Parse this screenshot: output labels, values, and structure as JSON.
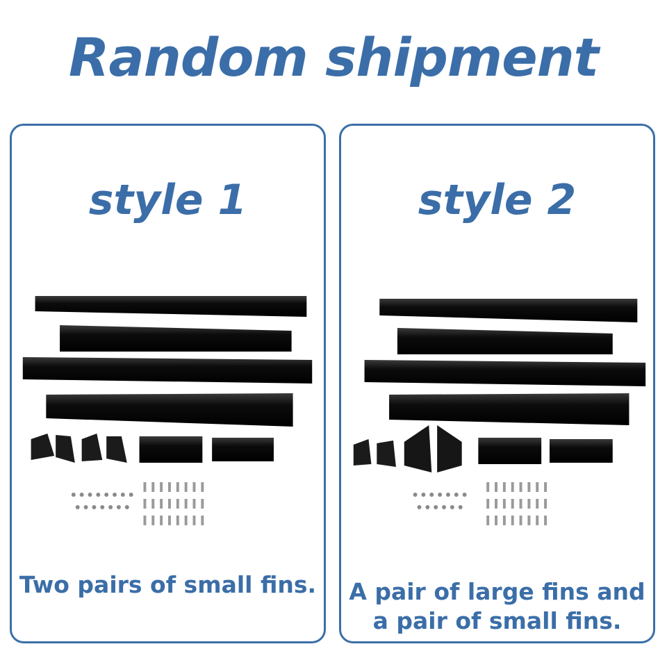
{
  "header": {
    "title": "Random shipment"
  },
  "styles": [
    {
      "label": "style 1",
      "caption_lines": [
        "Two pairs of small fins."
      ],
      "fin_type": "small"
    },
    {
      "label": "style 2",
      "caption_lines": [
        "A pair of large fins and",
        "a pair of small fins."
      ],
      "fin_type": "large"
    }
  ],
  "colors": {
    "accent": "#3b6ea8",
    "part": "#111111"
  }
}
